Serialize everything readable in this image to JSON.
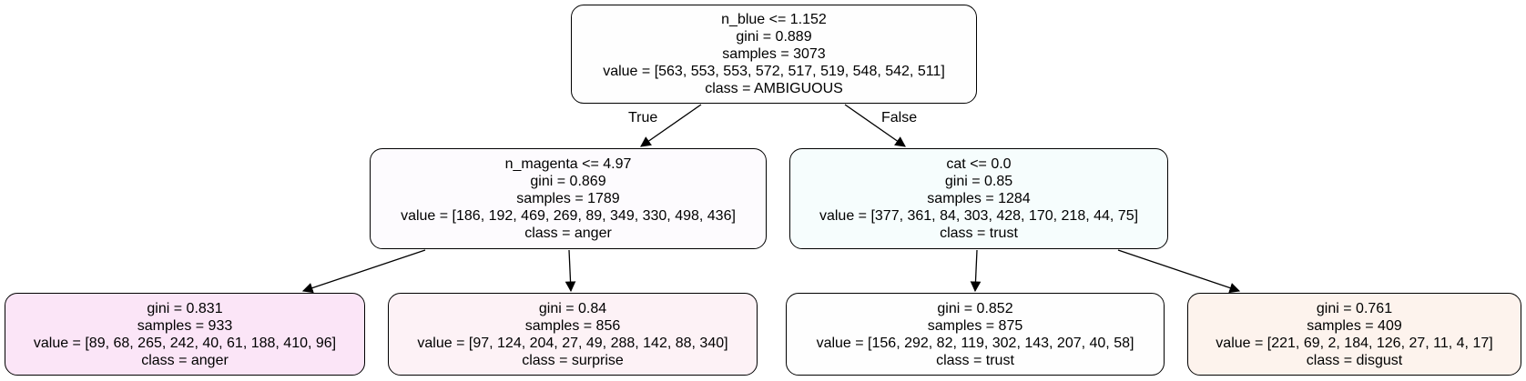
{
  "tree": {
    "root": {
      "lines": [
        "n_blue <= 1.152",
        "gini = 0.889",
        "samples = 3073",
        "value = [563, 553, 553, 572, 517, 519, 548, 542, 511]",
        "class = AMBIGUOUS"
      ],
      "fill": "#fefefe"
    },
    "left": {
      "lines": [
        "n_magenta <= 4.97",
        "gini = 0.869",
        "samples = 1789",
        "value = [186, 192, 469, 269, 89, 349, 330, 498, 436]",
        "class = anger"
      ],
      "fill": "#fdfbfe"
    },
    "right": {
      "lines": [
        "cat <= 0.0",
        "gini = 0.85",
        "samples = 1284",
        "value = [377, 361, 84, 303, 428, 170, 218, 44, 75]",
        "class = trust"
      ],
      "fill": "#f6fdfd"
    },
    "left_left": {
      "lines": [
        "gini = 0.831",
        "samples = 933",
        "value = [89, 68, 265, 242, 40, 61, 188, 410, 96]",
        "class = anger"
      ],
      "fill": "#fbe5f7"
    },
    "left_right": {
      "lines": [
        "gini = 0.84",
        "samples = 856",
        "value = [97, 124, 204, 27, 49, 288, 142, 88, 340]",
        "class = surprise"
      ],
      "fill": "#fdf2f6"
    },
    "right_left": {
      "lines": [
        "gini = 0.852",
        "samples = 875",
        "value = [156, 292, 82, 119, 302, 143, 207, 40, 58]",
        "class = trust"
      ],
      "fill": "#fefefe"
    },
    "right_right": {
      "lines": [
        "gini = 0.761",
        "samples = 409",
        "value = [221, 69, 2, 184, 126, 27, 11, 4, 17]",
        "class = disgust"
      ],
      "fill": "#fdf3ed"
    }
  },
  "edge_labels": {
    "true_label": "True",
    "false_label": "False"
  }
}
